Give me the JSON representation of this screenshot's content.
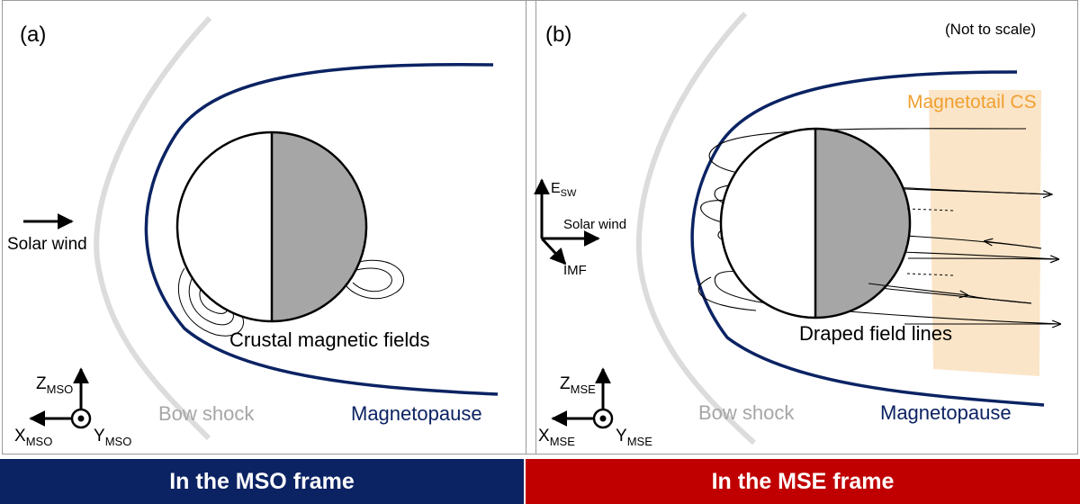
{
  "colors": {
    "magnetopause": "#0b2363",
    "bow_shock": "#dcdcdc",
    "bow_shock_label": "#a6a6a6",
    "nightside": "#a6a6a6",
    "current_sheet_fill": "#fbe5c8",
    "current_sheet_text": "#f0a030",
    "footer_mso": "#0b2363",
    "footer_mse": "#c00000"
  },
  "panel_a": {
    "label": "(a)",
    "solar_wind": "Solar wind",
    "crustal_label": "Crustal magnetic fields",
    "bow_shock_label": "Bow shock",
    "magnetopause_label": "Magnetopause",
    "axes": {
      "z": "Z",
      "z_sub": "MSO",
      "x": "X",
      "x_sub": "MSO",
      "y": "Y",
      "y_sub": "MSO"
    },
    "footer": "In the MSO frame"
  },
  "panel_b": {
    "label": "(b)",
    "note": "(Not to scale)",
    "current_sheet_label": "Magnetotail CS",
    "draped_label": "Draped field lines",
    "bow_shock_label": "Bow shock",
    "magnetopause_label": "Magnetopause",
    "inset": {
      "e": "E",
      "e_sub": "SW",
      "solar_wind": "Solar wind",
      "imf": "IMF"
    },
    "axes": {
      "z": "Z",
      "z_sub": "MSE",
      "x": "X",
      "x_sub": "MSE",
      "y": "Y",
      "y_sub": "MSE"
    },
    "footer": "In the MSE frame"
  }
}
